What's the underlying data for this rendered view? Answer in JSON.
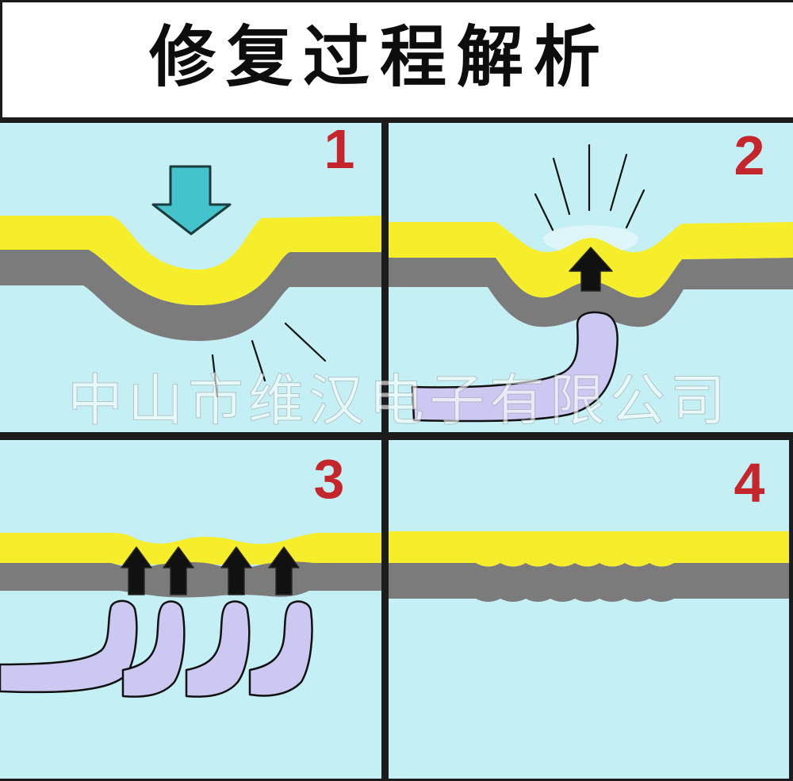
{
  "title": "修复过程解析",
  "watermark": "中山市维汉电子有限公司",
  "panels": [
    {
      "number": "1"
    },
    {
      "number": "2"
    },
    {
      "number": "3"
    },
    {
      "number": "4"
    }
  ],
  "colors": {
    "background": "#c4eff4",
    "yellow": "#f6ee2a",
    "grey": "#7b7b7b",
    "arrow_teal": "#45c3cc",
    "arrow_black": "#111111",
    "tube": "#cbc8f1",
    "number_red": "#c4262b"
  }
}
